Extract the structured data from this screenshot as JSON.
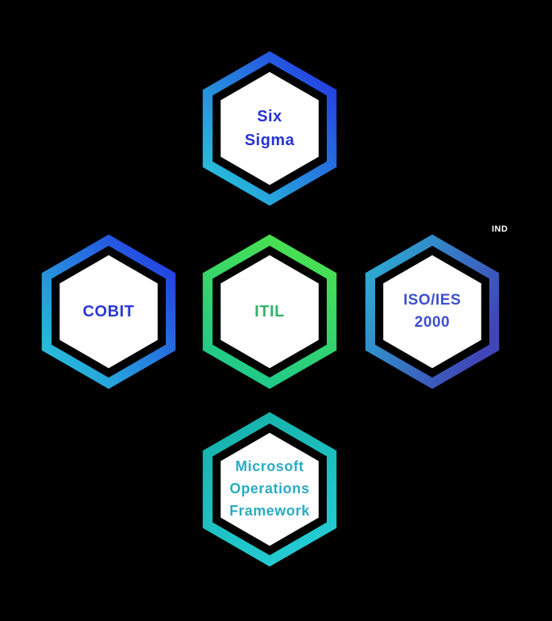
{
  "background_color": "#000000",
  "watermark": {
    "text": "IND"
  },
  "hexagons": [
    {
      "id": "six-sigma",
      "label": "Six\nSigma",
      "text_color": "#2531d6",
      "border_gradient": {
        "from": "#2433e3",
        "to": "#27cdd9"
      }
    },
    {
      "id": "cobit",
      "label": "COBIT",
      "text_color": "#2a36d8",
      "border_gradient": {
        "from": "#2433e3",
        "to": "#27cdd9"
      }
    },
    {
      "id": "itil",
      "label": "ITIL",
      "text_color": "#2eb567",
      "border_gradient": {
        "from": "#4ae04f",
        "to": "#1ec98c"
      }
    },
    {
      "id": "iso-ies-2000",
      "label": "ISO/IES\n2000",
      "text_color": "#3c4ed0",
      "border_gradient": {
        "from": "#2ab4d4",
        "to": "#4046b8"
      }
    },
    {
      "id": "microsoft-operations-framework",
      "label": "Microsoft\nOperations\nFramework",
      "text_color": "#2aabc4",
      "border_gradient": {
        "from": "#16b3ab",
        "to": "#24ccd4"
      }
    }
  ]
}
